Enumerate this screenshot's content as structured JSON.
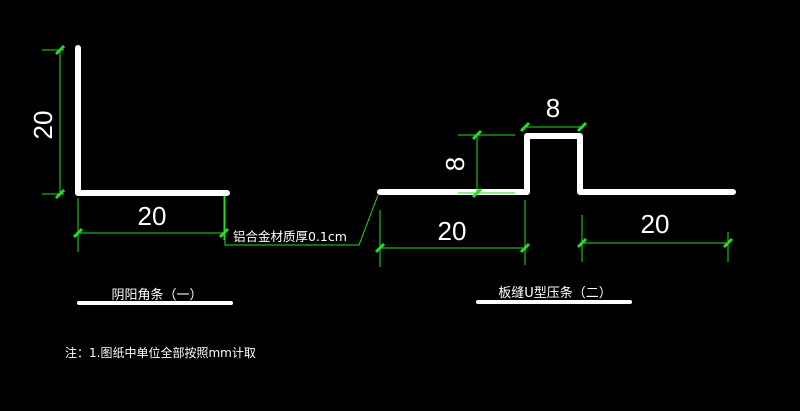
{
  "colors": {
    "background": "#000000",
    "profile": "#ffffff",
    "dimension": "#22dd22"
  },
  "profile1": {
    "caption": "阴阳角条（一）",
    "dim_vertical": "20",
    "dim_horizontal": "20"
  },
  "leader_label": "铝合金材质厚0.1cm",
  "profile2": {
    "caption": "板缝U型压条（二）",
    "dim_top_width": "8",
    "dim_height": "8",
    "dim_left": "20",
    "dim_right": "20"
  },
  "note": "注：1.图纸中单位全部按照mm计取"
}
